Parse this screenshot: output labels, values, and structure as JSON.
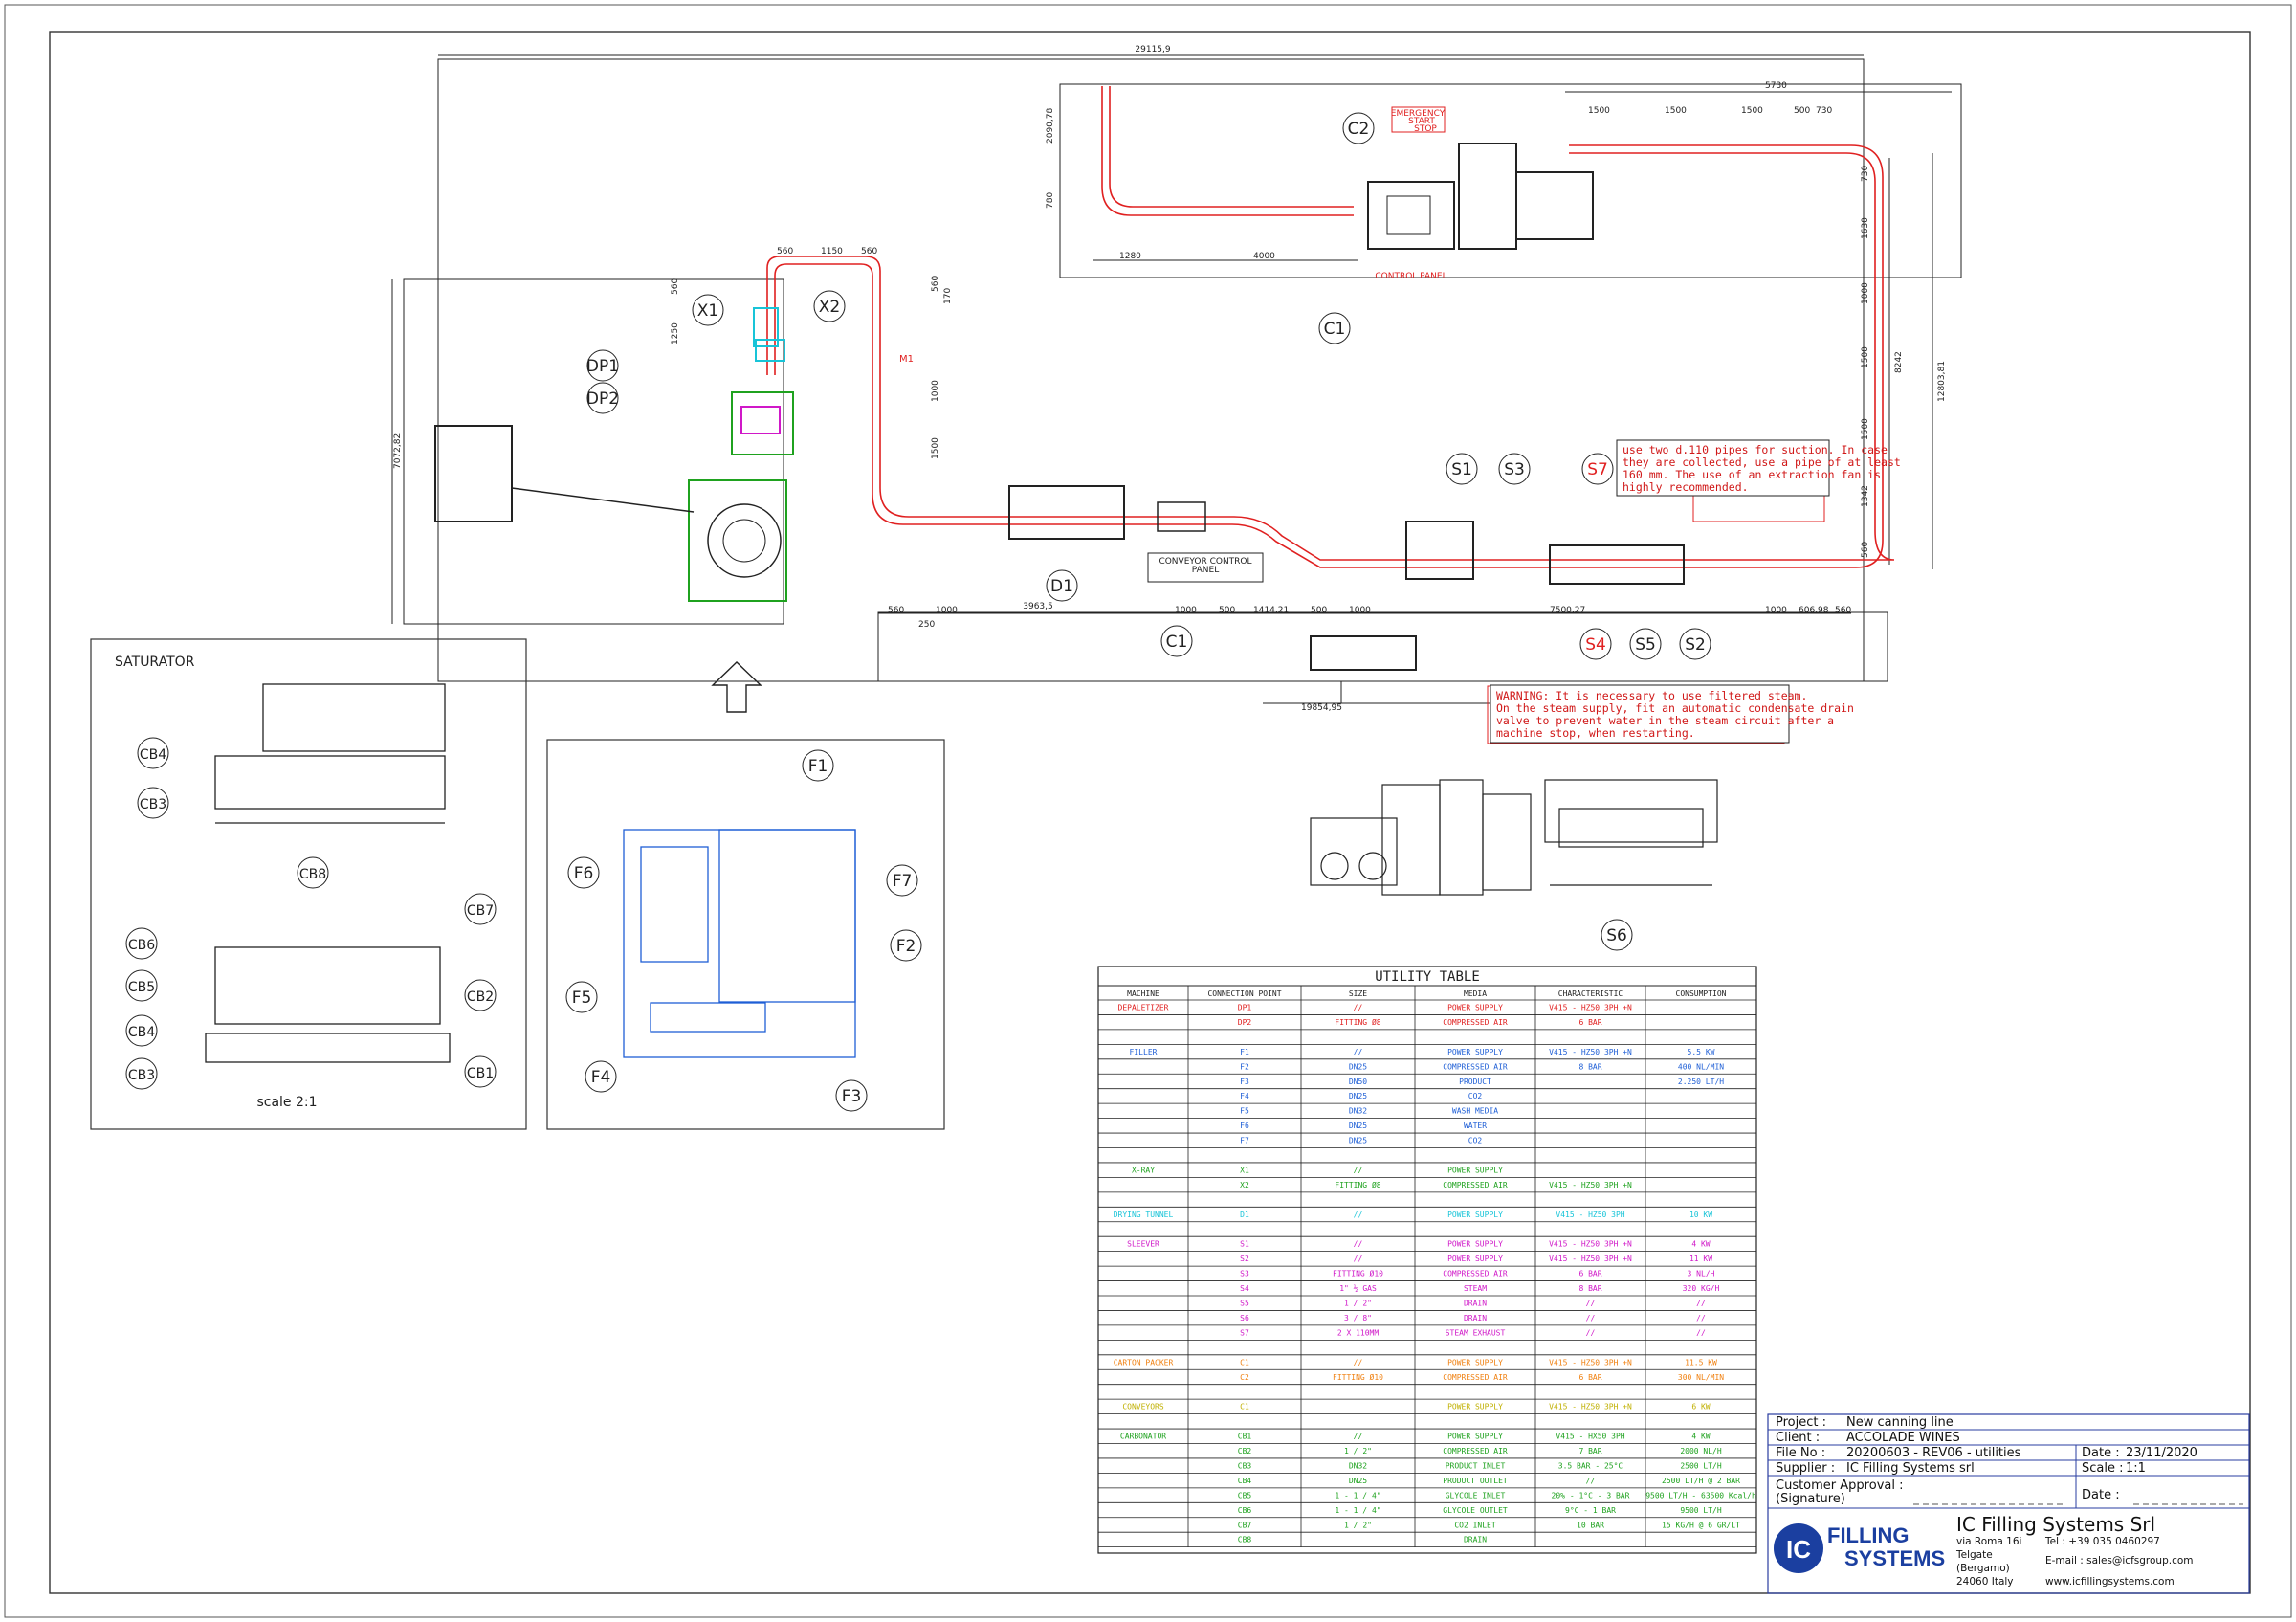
{
  "colors": {
    "accent_red": "#e02020",
    "green": "#1fa21f",
    "blue": "#1f5fd6",
    "cyan": "#18c4d8",
    "magenta": "#d018c8",
    "orange": "#f08010",
    "olive": "#c0b000",
    "line": "#222222"
  },
  "layout_dims": {
    "total": "29115,9",
    "d1": "3963,5",
    "top_left": "5730",
    "seg1": "1500",
    "seg2": "1500",
    "seg3": "1500",
    "seg4": "500",
    "seg5": "730",
    "h1": "2090,78",
    "h2": "780",
    "w1": "1280",
    "w2": "4000",
    "vert_right1": "730",
    "vert_right2": "1630",
    "vert_right3": "1000",
    "vert_right4": "1500",
    "vert_right5": "1500",
    "vert_right6": "1342",
    "vert_right7": "560",
    "side": "8242",
    "side2": "12803,81",
    "left_h": "7072,82",
    "p560": "560",
    "p1150": "1150",
    "p560b": "560",
    "p560c": "560",
    "p1000a": "1000",
    "p1500": "1500",
    "p1250": "1250",
    "p560d": "560",
    "p170": "170",
    "b560": "560",
    "b1000": "1000",
    "b250": "250",
    "b1000b": "1000",
    "b500": "500",
    "b1414": "1414,21",
    "b500b": "500",
    "b1000c": "1000",
    "b7500": "7500,27",
    "b1000d": "1000",
    "b606": "606,98",
    "b560b": "560",
    "bottom": "19854,95",
    "m1": "M1"
  },
  "callouts": {
    "dp1": "DP1",
    "dp2": "DP2",
    "x1": "X1",
    "x2": "X2",
    "c1_top": "C1",
    "c2": "C2",
    "d1": "D1",
    "c1_bottom": "C1",
    "s1": "S1",
    "s3": "S3",
    "s7": "S7",
    "s4": "S4",
    "s5": "S5",
    "s2": "S2",
    "s6": "S6",
    "cb4_top": "CB4",
    "cb3_top": "CB3",
    "cb8": "CB8",
    "cb7": "CB7",
    "cb6": "CB6",
    "cb5": "CB5",
    "cb4_bot": "CB4",
    "cb3_bot": "CB3",
    "cb2": "CB2",
    "cb1": "CB1",
    "f1": "F1",
    "f6": "F6",
    "f7": "F7",
    "f2": "F2",
    "f5": "F5",
    "f4": "F4",
    "f3": "F3"
  },
  "labels": {
    "emergency": "EMERGENCY",
    "start": "START",
    "stop": "STOP",
    "control_panel": "CONTROL PANEL",
    "conveyor_control": "CONVEYOR CONTROL",
    "panel": "PANEL",
    "saturator_title": "SATURATOR",
    "scale_note": "scale 2:1"
  },
  "notes": {
    "s7_line1": "use two d.110 pipes for suction. In case",
    "s7_line2": "they are collected, use a pipe of at least",
    "s7_line3": "160 mm. The use of an extraction fan is",
    "s7_line4": "highly recommended.",
    "s4_line1": "WARNING: It is necessary to use filtered steam.",
    "s4_line2": "On the steam supply, fit an automatic condensate drain",
    "s4_line3": "valve to prevent water in the steam circuit after a",
    "s4_line4": "machine stop, when restarting."
  },
  "utility_table": {
    "title": "UTILITY TABLE",
    "headers": [
      "MACHINE",
      "CONNECTION POINT",
      "SIZE",
      "MEDIA",
      "CHARACTERISTIC",
      "CONSUMPTION"
    ],
    "rows": [
      {
        "machine": "DEPALETIZER",
        "point": "DP1",
        "size": "//",
        "media": "POWER SUPPLY",
        "char": "V415 - HZ50 3PH +N",
        "cons": "",
        "color": "red"
      },
      {
        "machine": "",
        "point": "DP2",
        "size": "FITTING Ø8",
        "media": "COMPRESSED AIR",
        "char": "6 BAR",
        "cons": "",
        "color": "red"
      },
      {
        "machine": "",
        "point": "",
        "size": "",
        "media": "",
        "char": "",
        "cons": "",
        "color": "red"
      },
      {
        "machine": "FILLER",
        "point": "F1",
        "size": "//",
        "media": "POWER SUPPLY",
        "char": "V415 - HZ50 3PH +N",
        "cons": "5.5 KW",
        "color": "blue"
      },
      {
        "machine": "",
        "point": "F2",
        "size": "DN25",
        "media": "COMPRESSED AIR",
        "char": "8 BAR",
        "cons": "400 NL/MIN",
        "color": "blue"
      },
      {
        "machine": "",
        "point": "F3",
        "size": "DN50",
        "media": "PRODUCT",
        "char": "",
        "cons": "2.250 LT/H",
        "color": "blue"
      },
      {
        "machine": "",
        "point": "F4",
        "size": "DN25",
        "media": "CO2",
        "char": "",
        "cons": "",
        "color": "blue"
      },
      {
        "machine": "",
        "point": "F5",
        "size": "DN32",
        "media": "WASH MEDIA",
        "char": "",
        "cons": "",
        "color": "blue"
      },
      {
        "machine": "",
        "point": "F6",
        "size": "DN25",
        "media": "WATER",
        "char": "",
        "cons": "",
        "color": "blue"
      },
      {
        "machine": "",
        "point": "F7",
        "size": "DN25",
        "media": "CO2",
        "char": "",
        "cons": "",
        "color": "blue"
      },
      {
        "machine": "",
        "point": "",
        "size": "",
        "media": "",
        "char": "",
        "cons": "",
        "color": "blue"
      },
      {
        "machine": "X-RAY",
        "point": "X1",
        "size": "//",
        "media": "POWER SUPPLY",
        "char": "",
        "cons": "",
        "color": "green"
      },
      {
        "machine": "",
        "point": "X2",
        "size": "FITTING Ø8",
        "media": "COMPRESSED AIR",
        "char": "V415 - HZ50 3PH +N",
        "cons": "",
        "color": "green"
      },
      {
        "machine": "",
        "point": "",
        "size": "",
        "media": "",
        "char": "",
        "cons": "",
        "color": "green"
      },
      {
        "machine": "DRYING TUNNEL",
        "point": "D1",
        "size": "//",
        "media": "POWER SUPPLY",
        "char": "V415 - HZ50 3PH",
        "cons": "10 KW",
        "color": "cyan"
      },
      {
        "machine": "",
        "point": "",
        "size": "",
        "media": "",
        "char": "",
        "cons": "",
        "color": "cyan"
      },
      {
        "machine": "SLEEVER",
        "point": "S1",
        "size": "//",
        "media": "POWER SUPPLY",
        "char": "V415 - HZ50 3PH +N",
        "cons": "4 KW",
        "color": "magenta"
      },
      {
        "machine": "",
        "point": "S2",
        "size": "//",
        "media": "POWER SUPPLY",
        "char": "V415 - HZ50 3PH +N",
        "cons": "11 KW",
        "color": "magenta"
      },
      {
        "machine": "",
        "point": "S3",
        "size": "FITTING Ø10",
        "media": "COMPRESSED AIR",
        "char": "6 BAR",
        "cons": "3 NL/H",
        "color": "magenta"
      },
      {
        "machine": "",
        "point": "S4",
        "size": "1\" ½ GAS",
        "media": "STEAM",
        "char": "8 BAR",
        "cons": "320 KG/H",
        "color": "magenta"
      },
      {
        "machine": "",
        "point": "S5",
        "size": "1 / 2\"",
        "media": "DRAIN",
        "char": "//",
        "cons": "//",
        "color": "magenta"
      },
      {
        "machine": "",
        "point": "S6",
        "size": "3 / 8\"",
        "media": "DRAIN",
        "char": "//",
        "cons": "//",
        "color": "magenta"
      },
      {
        "machine": "",
        "point": "S7",
        "size": "2 X 110MM",
        "media": "STEAM EXHAUST",
        "char": "//",
        "cons": "//",
        "color": "magenta"
      },
      {
        "machine": "",
        "point": "",
        "size": "",
        "media": "",
        "char": "",
        "cons": "",
        "color": "magenta"
      },
      {
        "machine": "CARTON PACKER",
        "point": "C1",
        "size": "//",
        "media": "POWER SUPPLY",
        "char": "V415 - HZ50 3PH +N",
        "cons": "11.5 KW",
        "color": "orange"
      },
      {
        "machine": "",
        "point": "C2",
        "size": "FITTING Ø10",
        "media": "COMPRESSED AIR",
        "char": "6 BAR",
        "cons": "300 NL/MIN",
        "color": "orange"
      },
      {
        "machine": "",
        "point": "",
        "size": "",
        "media": "",
        "char": "",
        "cons": "",
        "color": "orange"
      },
      {
        "machine": "CONVEYORS",
        "point": "C1",
        "size": "",
        "media": "POWER SUPPLY",
        "char": "V415 - HZ50 3PH +N",
        "cons": "6 KW",
        "color": "olive"
      },
      {
        "machine": "",
        "point": "",
        "size": "",
        "media": "",
        "char": "",
        "cons": "",
        "color": "olive"
      },
      {
        "machine": "CARBONATOR",
        "point": "CB1",
        "size": "//",
        "media": "POWER SUPPLY",
        "char": "V415 - HX50 3PH",
        "cons": "4 KW",
        "color": "green"
      },
      {
        "machine": "",
        "point": "CB2",
        "size": "1 / 2\"",
        "media": "COMPRESSED AIR",
        "char": "7 BAR",
        "cons": "2000 NL/H",
        "color": "green"
      },
      {
        "machine": "",
        "point": "CB3",
        "size": "DN32",
        "media": "PRODUCT INLET",
        "char": "3.5 BAR - 25°C",
        "cons": "2500 LT/H",
        "color": "green"
      },
      {
        "machine": "",
        "point": "CB4",
        "size": "DN25",
        "media": "PRODUCT OUTLET",
        "char": "//",
        "cons": "2500 LT/H @ 2 BAR",
        "color": "green"
      },
      {
        "machine": "",
        "point": "CB5",
        "size": "1 - 1 / 4\"",
        "media": "GLYCOLE INLET",
        "char": "20% - 1°C - 3 BAR",
        "cons": "9500 LT/H - 63500 Kcal/h",
        "color": "green"
      },
      {
        "machine": "",
        "point": "CB6",
        "size": "1 - 1 / 4\"",
        "media": "GLYCOLE OUTLET",
        "char": "9°C - 1 BAR",
        "cons": "9500 LT/H",
        "color": "green"
      },
      {
        "machine": "",
        "point": "CB7",
        "size": "1 / 2\"",
        "media": "CO2 INLET",
        "char": "10 BAR",
        "cons": "15 KG/H @ 6 GR/LT",
        "color": "green"
      },
      {
        "machine": "",
        "point": "CB8",
        "size": "",
        "media": "DRAIN",
        "char": "",
        "cons": "",
        "color": "green"
      }
    ]
  },
  "title_block": {
    "project_label": "Project :",
    "project": "New canning line",
    "client_label": "Client :",
    "client": "ACCOLADE WINES",
    "file_label": "File No :",
    "file": "20200603 - REV06 - utilities",
    "date_label": "Date :",
    "date": "23/11/2020",
    "supplier_label": "Supplier :",
    "supplier": "IC Filling Systems srl",
    "scale_label": "Scale :",
    "scale": "1:1",
    "approval_label": "Customer Approval :",
    "signature": "(Signature)",
    "date2_label": "Date :",
    "logo_ic": "IC",
    "logo_word1": "FILLING",
    "logo_word2": "SYSTEMS",
    "company": "IC Filling Systems Srl",
    "addr1": "via Roma 16i",
    "addr2": "Telgate",
    "addr3": "(Bergamo)",
    "addr4": "24060 Italy",
    "tel": "Tel : +39 035 0460297",
    "email": "E-mail : sales@icfsgroup.com",
    "web": "www.icfillingsystems.com"
  }
}
